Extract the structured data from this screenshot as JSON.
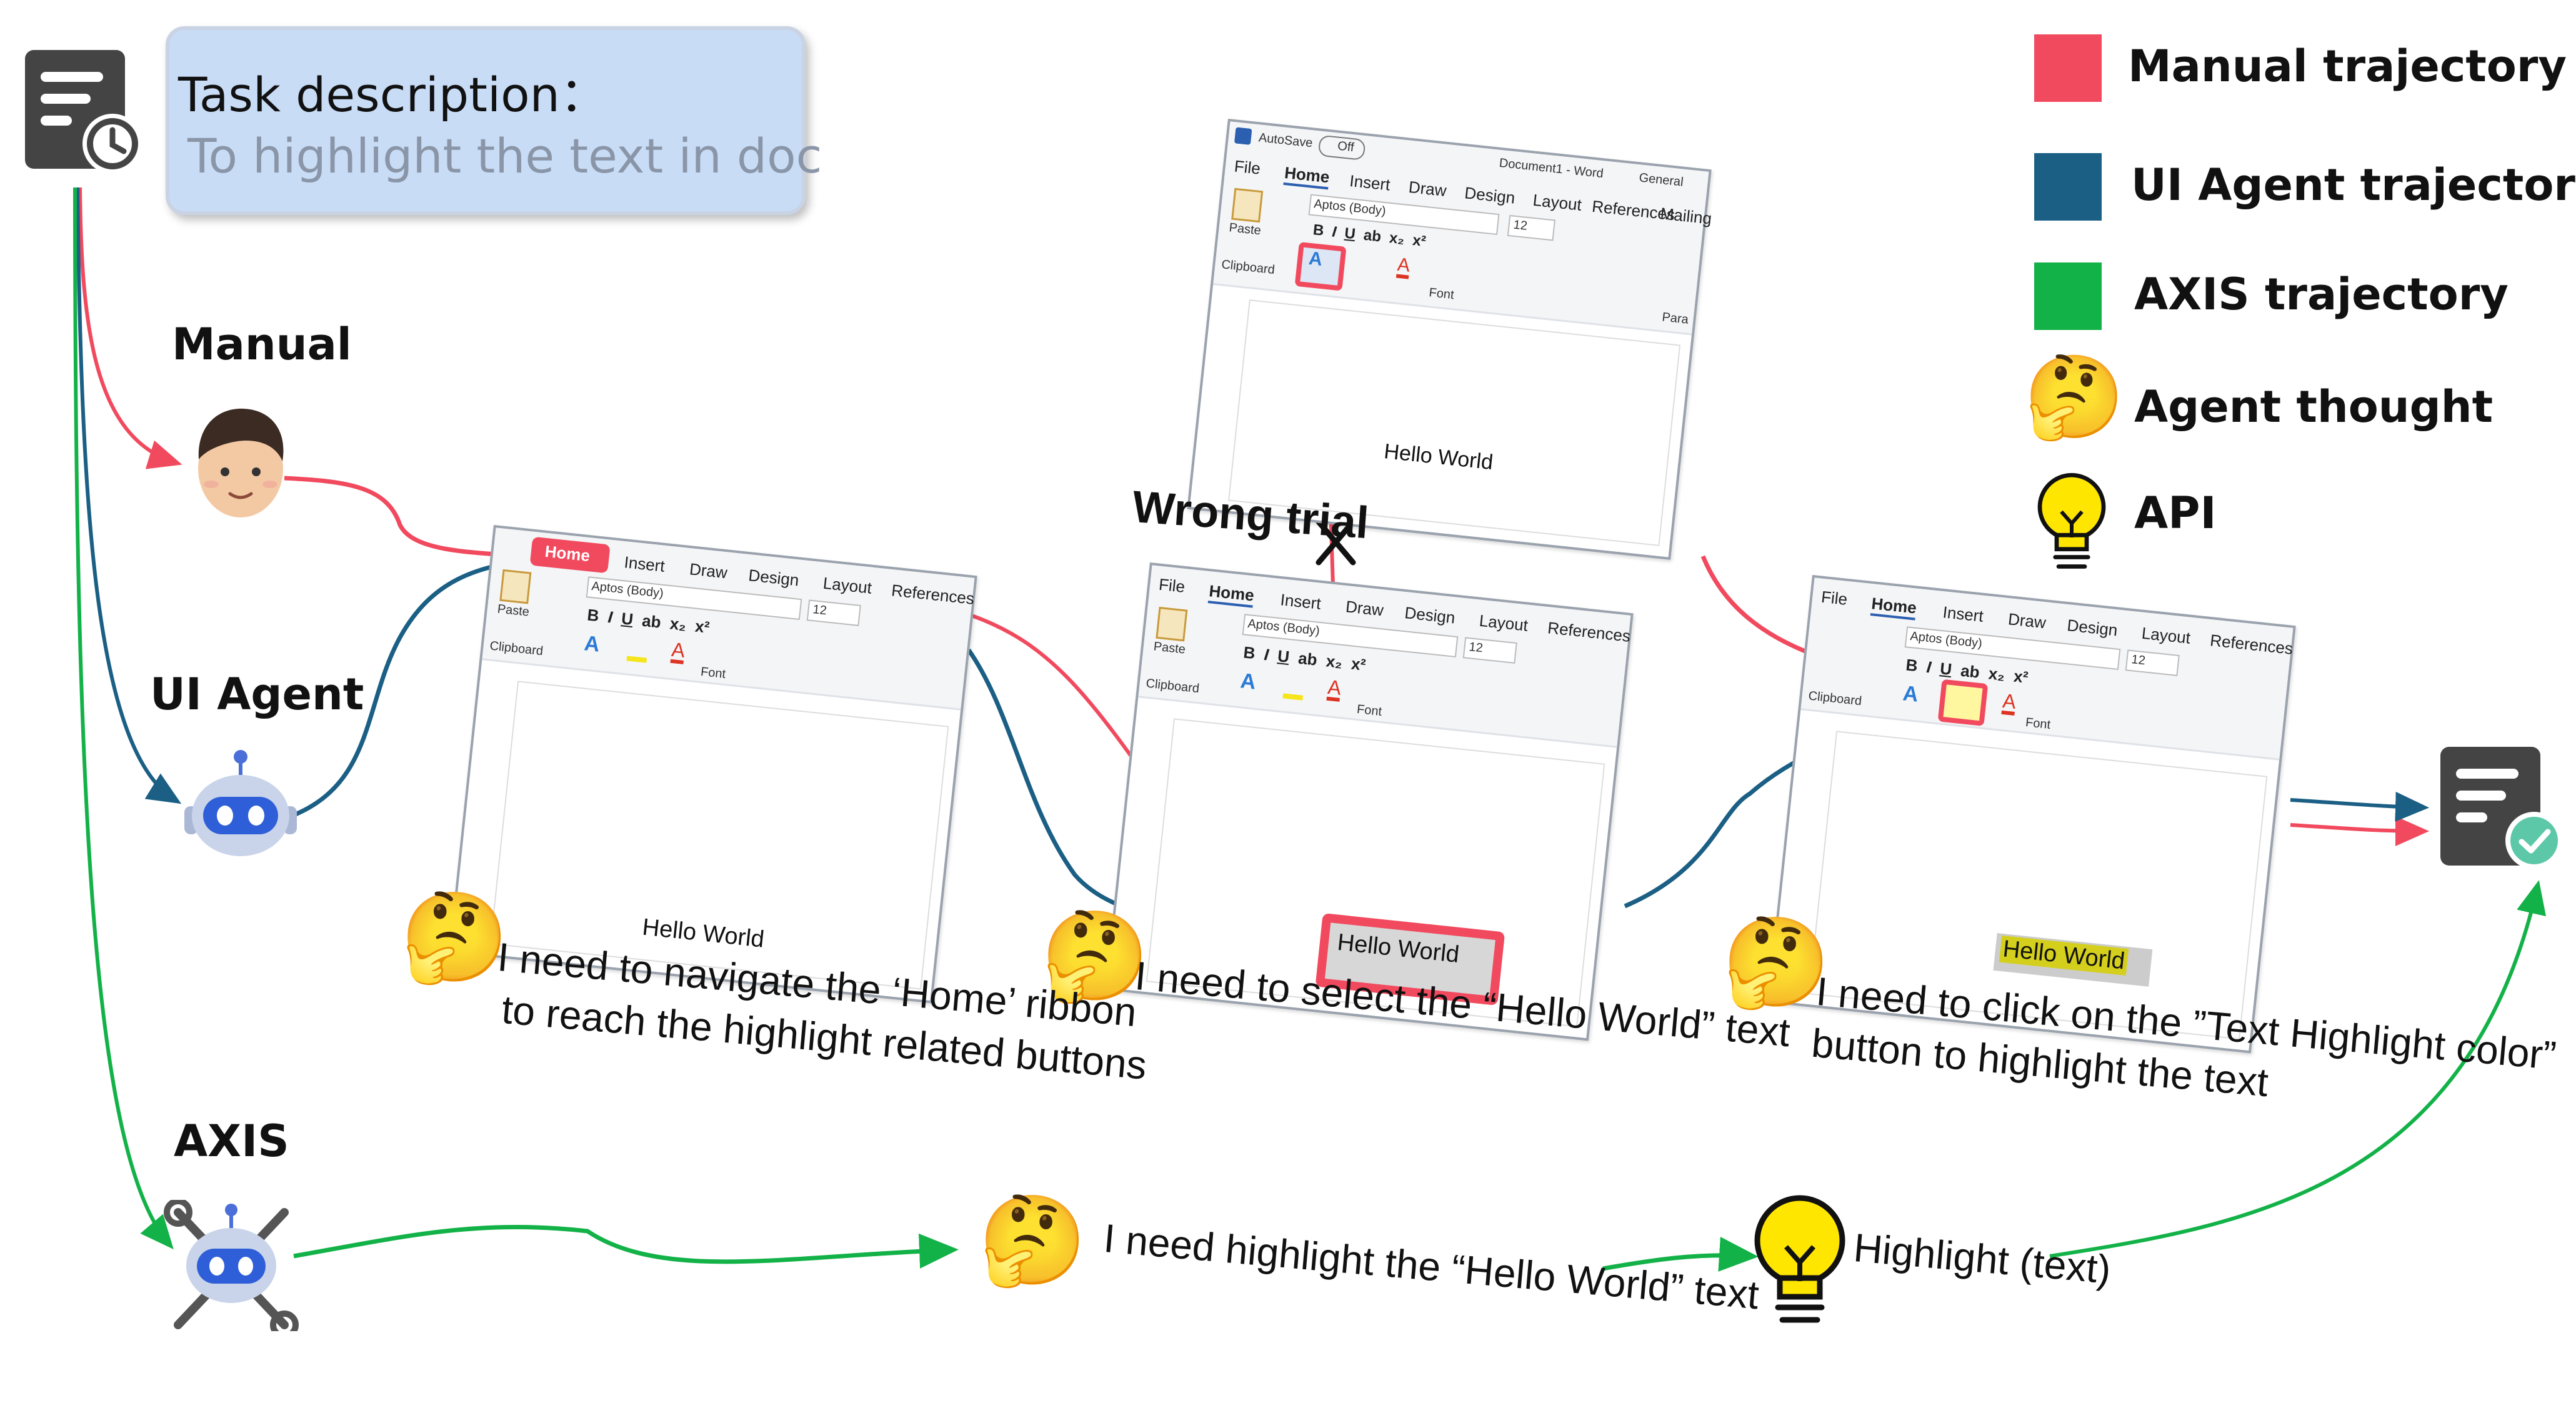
{
  "task": {
    "title": "Task description：",
    "text": "To highlight the text in doc"
  },
  "agents": {
    "manual": "Manual",
    "ui_agent": "UI Agent",
    "axis": "AXIS"
  },
  "legend": {
    "items": [
      {
        "label": "Manual trajectory",
        "color": "#f14a5e"
      },
      {
        "label": "UI Agent trajectory",
        "color": "#1b5f85"
      },
      {
        "label": "AXIS trajectory",
        "color": "#13b248"
      },
      {
        "label": "Agent thought",
        "icon": "thinking-face-icon"
      },
      {
        "label": "API",
        "icon": "light-bulb-icon"
      }
    ]
  },
  "colors": {
    "manual": "#f14a5e",
    "ui_agent": "#1b5f85",
    "axis": "#13b248",
    "task_box": "#c8dcf6"
  },
  "word": {
    "tabs": [
      "File",
      "Home",
      "Insert",
      "Draw",
      "Design",
      "Layout",
      "References",
      "Mailing"
    ],
    "font_name": "Aptos (Body)",
    "font_size": "12",
    "paste": "Paste",
    "clipboard": "Clipboard",
    "font_group": "Font",
    "para_group": "Para",
    "autosave": "AutoSave",
    "off": "Off",
    "doc_title": "Document1 - Word",
    "general": "General",
    "doc_text": "Hello World"
  },
  "wrong_trial": "Wrong trial",
  "thoughts": {
    "t1_line1": "I need to navigate the ‘Home’ ribbon",
    "t1_line2": "to reach the highlight related buttons",
    "t2": "I need to select the “Hello World” text",
    "t3_line1": "I need to click on the ”Text Highlight color”",
    "t3_line2": "button to highlight the text",
    "t4": "I need highlight the “Hello World” text",
    "api_call": "Highlight (text)"
  }
}
